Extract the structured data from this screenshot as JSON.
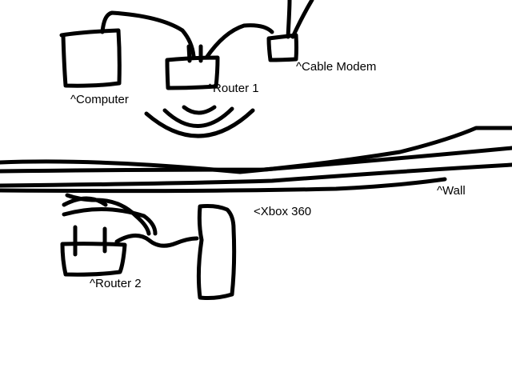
{
  "labels": {
    "computer": "^Computer",
    "router1": "^Router 1",
    "cable_modem": "^Cable Modem",
    "wall": "^Wall",
    "xbox": "<Xbox 360",
    "router2": "^Router 2"
  },
  "colors": {
    "ink": "#000000",
    "background": "#ffffff"
  }
}
